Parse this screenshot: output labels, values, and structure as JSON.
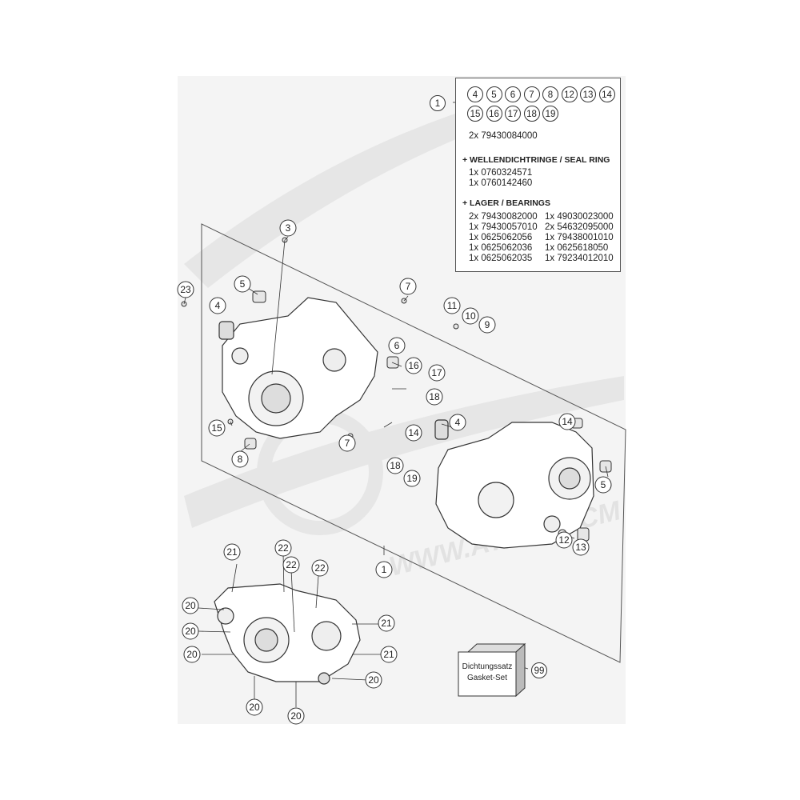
{
  "info_box": {
    "ref_number": "1",
    "included_parts": [
      "4",
      "5",
      "6",
      "7",
      "8",
      "12",
      "13",
      "14",
      "15",
      "16",
      "17",
      "18",
      "19"
    ],
    "studs_line": "2x 79430084000",
    "seal_title": "+ WELLENDICHTRINGE /  SEAL RING",
    "seal_lines": [
      "1x 0760324571",
      "1x 0760142460"
    ],
    "bearings_title": "+ LAGER / BEARINGS",
    "bearings_left": [
      "2x 79430082000",
      "1x 79430057010",
      "1x 0625062056",
      "1x 0625062036",
      "1x 0625062035"
    ],
    "bearings_right": [
      "1x 49030023000",
      "2x 54632095000",
      "1x 79438001010",
      "1x 0625618050",
      "1x 79234012010"
    ]
  },
  "gasket_box": {
    "line1": "Dichtungssatz",
    "line2": "Gasket-Set",
    "ref_number": "99"
  },
  "watermark": "WWW.ATOMIC.CM",
  "callouts": [
    {
      "id": "c3",
      "label": "3"
    },
    {
      "id": "c5a",
      "label": "5"
    },
    {
      "id": "c23",
      "label": "23"
    },
    {
      "id": "c4a",
      "label": "4"
    },
    {
      "id": "c7a",
      "label": "7"
    },
    {
      "id": "c11",
      "label": "11"
    },
    {
      "id": "c10",
      "label": "10"
    },
    {
      "id": "c9",
      "label": "9"
    },
    {
      "id": "c6",
      "label": "6"
    },
    {
      "id": "c16",
      "label": "16"
    },
    {
      "id": "c17",
      "label": "17"
    },
    {
      "id": "c18a",
      "label": "18"
    },
    {
      "id": "c15",
      "label": "15"
    },
    {
      "id": "c14a",
      "label": "14"
    },
    {
      "id": "c7b",
      "label": "7"
    },
    {
      "id": "c8",
      "label": "8"
    },
    {
      "id": "c4b",
      "label": "4"
    },
    {
      "id": "c14b",
      "label": "14"
    },
    {
      "id": "c18b",
      "label": "18"
    },
    {
      "id": "c19",
      "label": "19"
    },
    {
      "id": "c5b",
      "label": "5"
    },
    {
      "id": "c12",
      "label": "12"
    },
    {
      "id": "c13",
      "label": "13"
    },
    {
      "id": "c1b",
      "label": "1"
    },
    {
      "id": "c21a",
      "label": "21"
    },
    {
      "id": "c22a",
      "label": "22"
    },
    {
      "id": "c22b",
      "label": "22"
    },
    {
      "id": "c22c",
      "label": "22"
    },
    {
      "id": "c20a",
      "label": "20"
    },
    {
      "id": "c21b",
      "label": "21"
    },
    {
      "id": "c20b",
      "label": "20"
    },
    {
      "id": "c20c",
      "label": "20"
    },
    {
      "id": "c21c",
      "label": "21"
    },
    {
      "id": "c20d",
      "label": "20"
    },
    {
      "id": "c20e",
      "label": "20"
    },
    {
      "id": "c20f",
      "label": "20"
    }
  ]
}
